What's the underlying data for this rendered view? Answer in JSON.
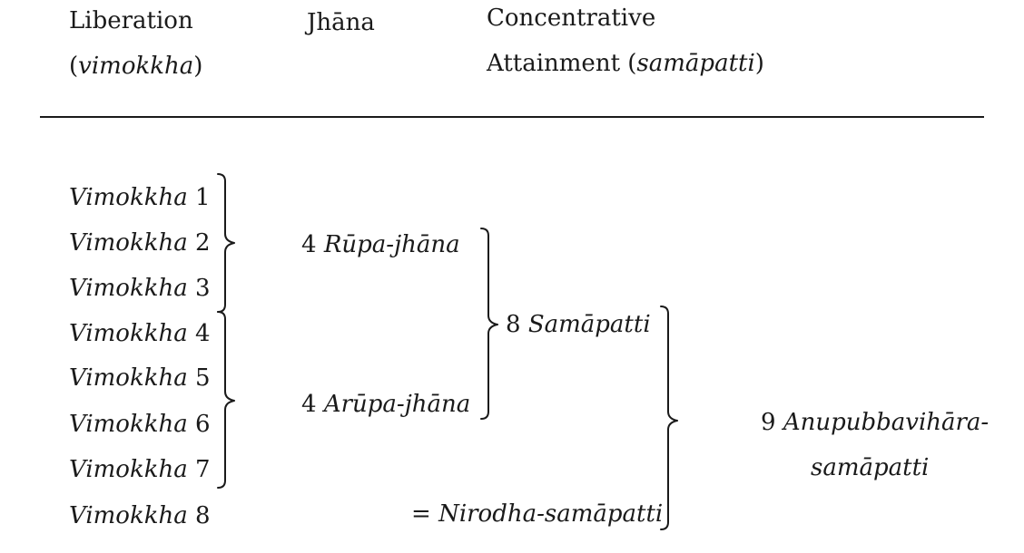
{
  "header": {
    "col1_line1": "Liberation",
    "col1_line2_open": "(",
    "col1_line2_italic": "vimokkha",
    "col1_line2_close": ")",
    "col2": "Jhāna",
    "col3_line1": "Concentrative",
    "col3_line2_prefix": "Attainment (",
    "col3_line2_italic": "samāpatti",
    "col3_line2_close": ")"
  },
  "vimokkha": [
    {
      "word": "Vimokkha",
      "num": "1"
    },
    {
      "word": "Vimokkha",
      "num": "2"
    },
    {
      "word": "Vimokkha",
      "num": "3"
    },
    {
      "word": "Vimokkha",
      "num": "4"
    },
    {
      "word": "Vimokkha",
      "num": "5"
    },
    {
      "word": "Vimokkha",
      "num": "6"
    },
    {
      "word": "Vimokkha",
      "num": "7"
    },
    {
      "word": "Vimokkha",
      "num": "8"
    }
  ],
  "jhana": {
    "rupa_num": "4",
    "rupa_term": "Rūpa-jhāna",
    "arupa_num": "4",
    "arupa_term": "Arūpa-jhāna"
  },
  "samapatti": {
    "eight_num": "8",
    "eight_term": "Samāpatti",
    "nirodha_eq": "=",
    "nirodha_term": "Nirodha-samāpatti"
  },
  "anupubba": {
    "num": "9",
    "term_line1": "Anupubbavihāra-",
    "term_line2": "samāpatti"
  }
}
